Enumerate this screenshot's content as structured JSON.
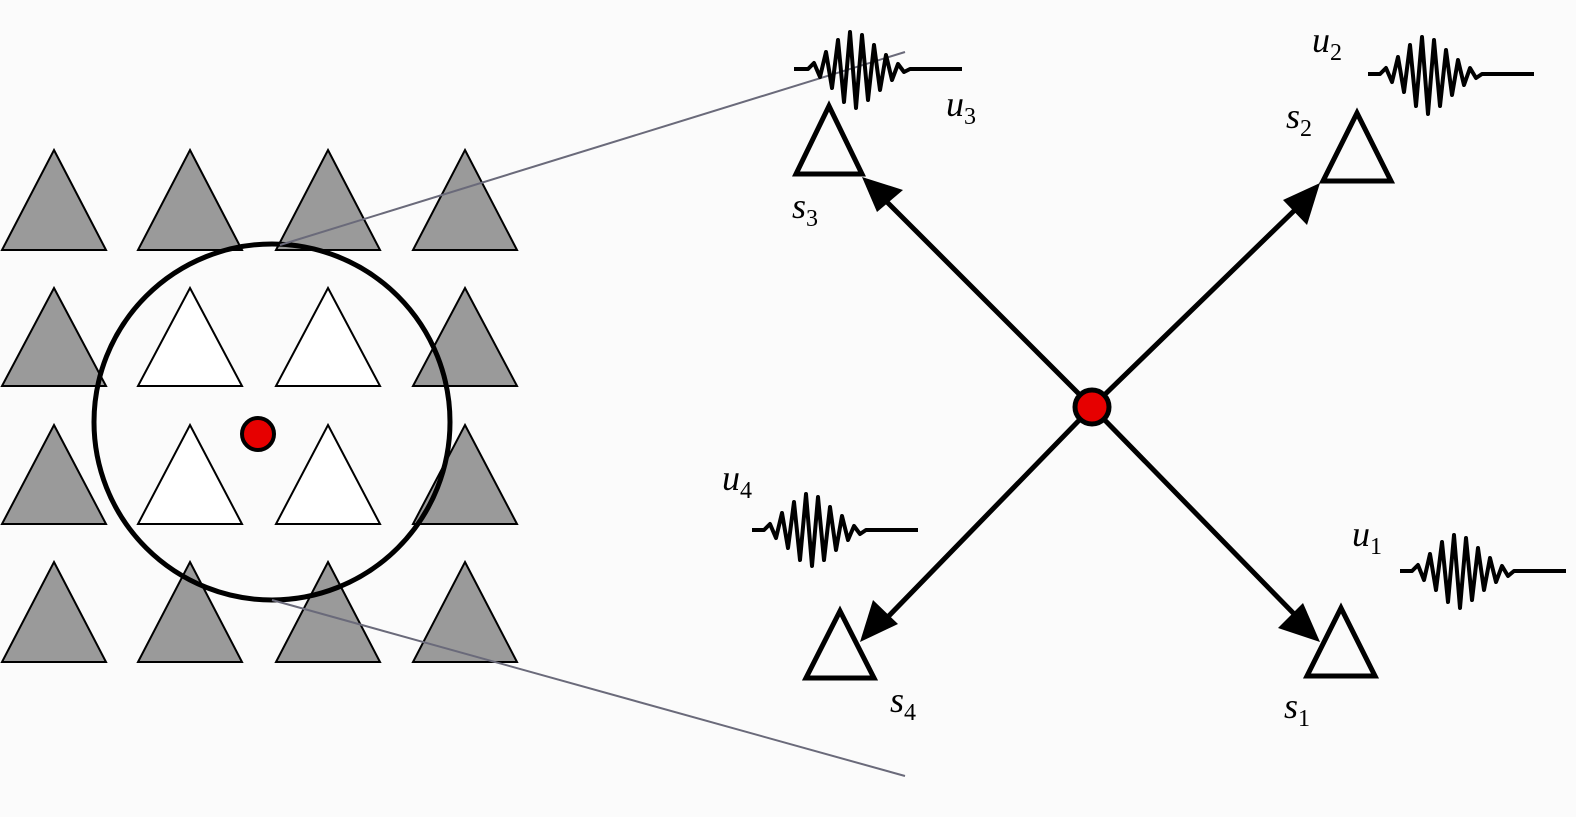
{
  "labels": {
    "s1": {
      "main": "s",
      "sub": "1"
    },
    "s2": {
      "main": "s",
      "sub": "2"
    },
    "s3": {
      "main": "s",
      "sub": "3"
    },
    "s4": {
      "main": "s",
      "sub": "4"
    },
    "u1": {
      "main": "u",
      "sub": "1"
    },
    "u2": {
      "main": "u",
      "sub": "2"
    },
    "u3": {
      "main": "u",
      "sub": "3"
    },
    "u4": {
      "main": "u",
      "sub": "4"
    }
  },
  "colors": {
    "background": "#fbfbfb",
    "outer_station_fill": "#9a9a9a",
    "inner_station_fill": "#ffffff",
    "source_fill": "#e60000",
    "zoom_line": "#6a6a7a"
  }
}
